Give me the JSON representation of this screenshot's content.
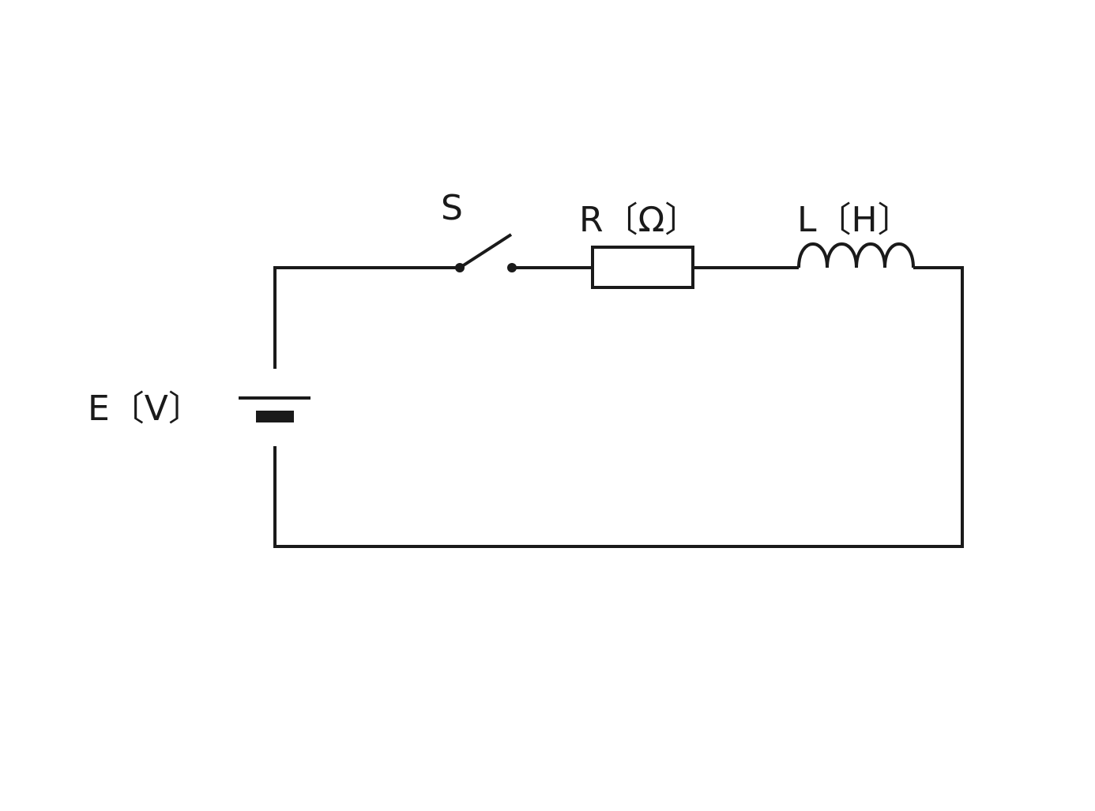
{
  "labels": {
    "switch": "S",
    "resistor": "R〔Ω〕",
    "inductor": "L〔H〕",
    "battery": "E〔V〕"
  },
  "colors": {
    "line": "#1a1a1a",
    "background": "#ffffff"
  }
}
